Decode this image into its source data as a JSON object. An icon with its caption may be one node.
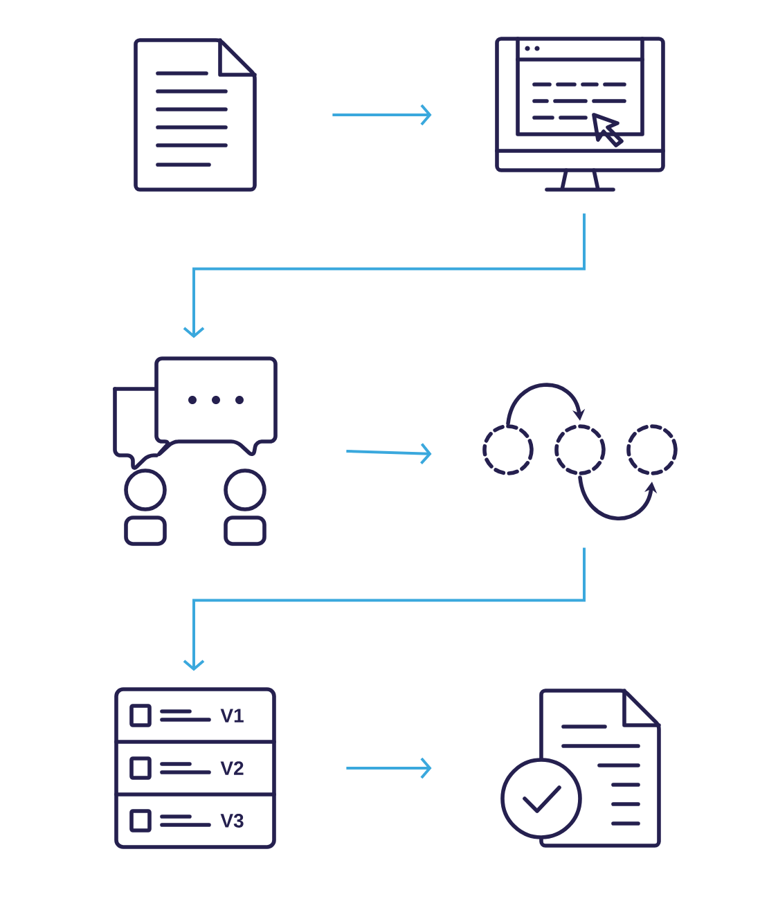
{
  "diagram": {
    "nodes": [
      {
        "text": [],
        "shape": "document"
      },
      {
        "text": [],
        "shape": "monitor"
      },
      {
        "text": [],
        "shape": "person"
      },
      {
        "text": [],
        "shape": "circle"
      },
      {
        "text": [],
        "shape": "box"
      },
      {
        "text": [],
        "shape": "document"
      }
    ],
    "edges": [
      {
        "from": 0,
        "to": 1,
        "arrow": "to"
      },
      {
        "from": 1,
        "to": 2,
        "arrow": "to"
      },
      {
        "from": 2,
        "to": 3,
        "arrow": "to"
      },
      {
        "from": 3,
        "to": 4,
        "arrow": "to"
      },
      {
        "from": 4,
        "to": 5,
        "arrow": "to"
      }
    ],
    "labels": [
      "V1",
      "V2",
      "V3"
    ]
  }
}
